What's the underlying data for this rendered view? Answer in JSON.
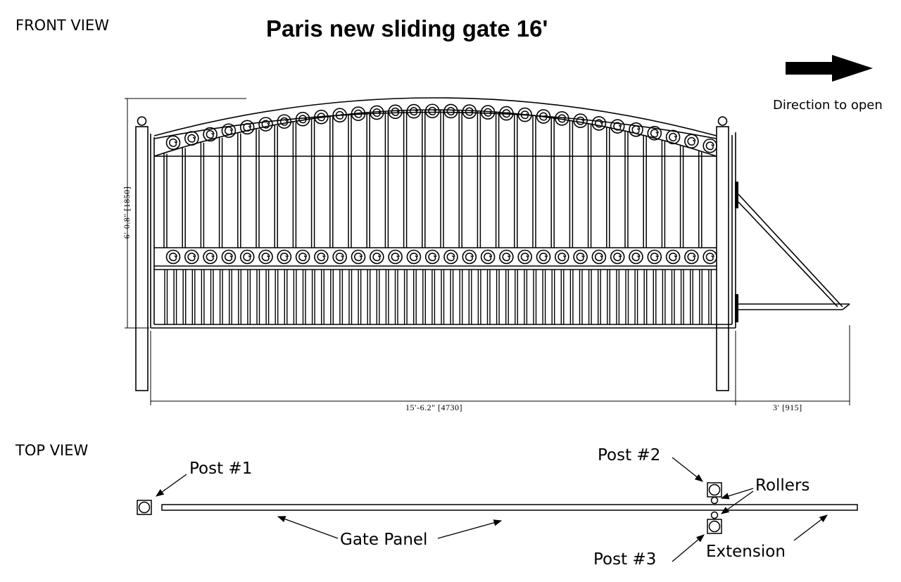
{
  "front_view": {
    "label": "FRONT VIEW",
    "title": "Paris new sliding gate 16'",
    "direction_label": "Direction to open",
    "dimensions": {
      "height": "6′-0.8\" [1850]",
      "width": "15′-6.2\" [4730]",
      "extension": "3′ [915]"
    }
  },
  "top_view": {
    "label": "TOP  VIEW",
    "callouts": {
      "post1": "Post #1",
      "post2": "Post #2",
      "post3": "Post #3",
      "rollers": "Rollers",
      "gate_panel": "Gate Panel",
      "extension": "Extension"
    }
  }
}
